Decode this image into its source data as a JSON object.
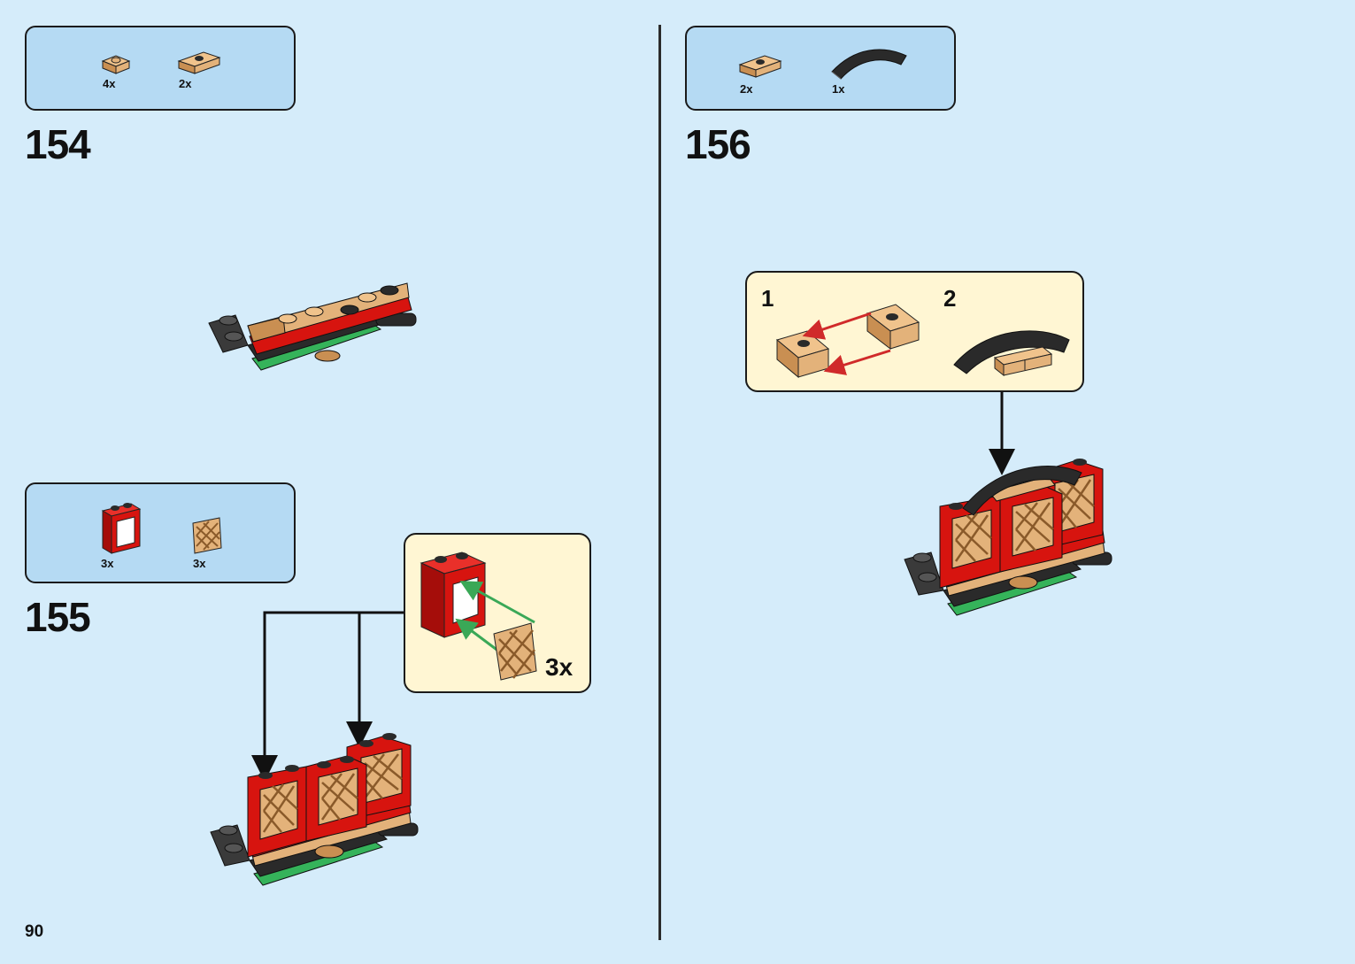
{
  "page": {
    "number": "90"
  },
  "steps": [
    {
      "number": "154",
      "parts": [
        {
          "icon": "tan-plate-1x1-round-stud",
          "quantity": "4x"
        },
        {
          "icon": "tan-plate-1x2-jumper",
          "quantity": "2x"
        }
      ]
    },
    {
      "number": "155",
      "parts": [
        {
          "icon": "red-window-frame",
          "quantity": "3x"
        },
        {
          "icon": "tan-lattice-window-pane",
          "quantity": "3x"
        }
      ],
      "callout": {
        "multiplier": "3x"
      }
    },
    {
      "number": "156",
      "parts": [
        {
          "icon": "tan-plate-1x2-jumper",
          "quantity": "2x"
        },
        {
          "icon": "black-curved-slope-arch",
          "quantity": "1x"
        }
      ],
      "callout": {
        "substeps": [
          "1",
          "2"
        ]
      }
    }
  ],
  "colors": {
    "background": "#d5ecfa",
    "parts_box": "#b5daf3",
    "callout": "#fff6d3",
    "brick_red": "#d7140f",
    "brick_tan": "#e3b27a",
    "brick_black": "#2a2a2a",
    "brick_green": "#35b35a",
    "arrow_green": "#3aa857",
    "arrow_red": "#d02a2a"
  }
}
